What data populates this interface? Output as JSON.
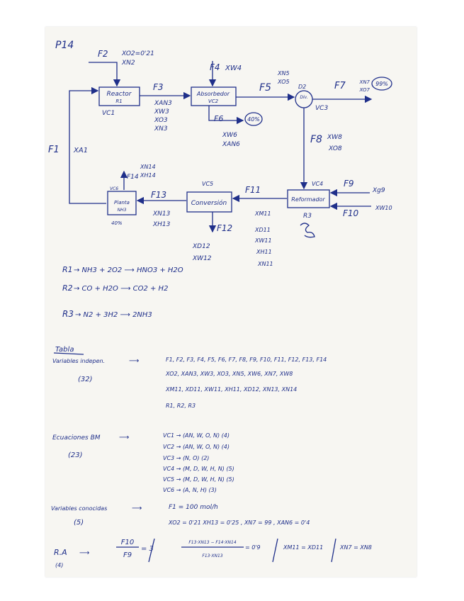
{
  "ink_color": "#1f2f8a",
  "page_title": "P14",
  "diagram": {
    "reactor": {
      "name": "Reactor",
      "sub": "R1",
      "vc": "VC1"
    },
    "absorber": {
      "name": "Absorbedor",
      "sub": "VC2"
    },
    "splitter": {
      "name": "Div.",
      "sub": "VC3",
      "tag": "D2"
    },
    "reformer": {
      "name": "Reformador",
      "sub": "R3",
      "vc": "VC4"
    },
    "conversion": {
      "name": "Conversión",
      "vc": "VC5"
    },
    "plant": {
      "name": "Planta",
      "sub": "NH3",
      "vc": "VC6",
      "pct": "40%"
    },
    "streams": {
      "f1": "F1",
      "x_a1": "XA1",
      "f2": "F2",
      "x_o2": "XO2=0'21",
      "x_n2": "XN2",
      "f3": "F3",
      "x_an3": "XAN3",
      "x_w3": "XW3",
      "x_o3": "XO3",
      "x_n3": "XN3",
      "f4": "F4",
      "x_w4": "XW4",
      "f5": "F5",
      "x_n5": "XN5",
      "x_o5": "XO5",
      "f6": "F6",
      "x_w6": "XW6",
      "x_an6": "XAN6",
      "pct6": "40%",
      "f7": "F7",
      "x_n7": "XN7",
      "x_o7": "XO7",
      "pct7": "99%",
      "f8": "F8",
      "x_w8": "XW8",
      "x_o8": "XO8",
      "f9": "F9",
      "x_g9": "Xg9",
      "f10": "F10",
      "x_w10": "XW10",
      "f11": "F11",
      "x_m11": "XM11",
      "x_d11": "XD11",
      "x_w11": "XW11",
      "x_h11": "XH11",
      "x_n11": "XN11",
      "f12": "F12",
      "x_d12": "XD12",
      "x_w12": "XW12",
      "f13": "F13",
      "x_n13": "XN13",
      "x_h13": "XH13",
      "f14": "F14",
      "x_n14": "XN14",
      "x_h14": "XH14"
    }
  },
  "reactions": [
    {
      "label": "R1",
      "eq": "→ NH3 + 2O2 ⟶ HNO3 + H2O"
    },
    {
      "label": "R2",
      "eq": "→ CO + H2O ⟶ CO2 + H2"
    },
    {
      "label": "R3",
      "eq": "→ N2 + 3H2 ⟶ 2NH3"
    }
  ],
  "tabla": {
    "heading": "Tabla",
    "indep": {
      "label": "Variables indepen.",
      "count": "(32)",
      "lines": [
        "F1, F2, F3, F4, F5, F6, F7, F8, F9, F10, F11, F12, F13, F14",
        "XO2, XAN3, XW3, XO3, XN5, XW6, XN7, XW8",
        "XM11, XD11, XW11, XH11, XD12, XN13, XN14",
        "R1, R2, R3"
      ]
    },
    "balances": {
      "label": "Ecuaciones BM",
      "count": "(23)",
      "lines": [
        "VC1 → (AN, W, O, N) (4)",
        "VC2 → (AN, W, O, N) (4)",
        "VC3 → (N, O) (2)",
        "VC4 → (M, D, W, H, N) (5)",
        "VC5 → (M, D, W, H, N) (5)",
        "VC6 → (A, N, H) (3)"
      ]
    },
    "known": {
      "label": "Variables conocidas",
      "count": "(5)",
      "line1": "F1 = 100 mol/h",
      "line2": "XO2 = 0'21    XH13 = 0'25    , XN7 = 99 , XAN6 = 0'4"
    },
    "ra": {
      "label": "R.A",
      "count": "(4)",
      "frac1_num": "F10",
      "frac1_den": "F9",
      "eq1": "= 3",
      "frac2_num": "F13·XN13 − F14·XN14",
      "frac2_den": "F13·XN13",
      "eq2": "= 0'9",
      "eq3": "XM11 = XD11",
      "eq4": "XN7 = XN8"
    }
  }
}
